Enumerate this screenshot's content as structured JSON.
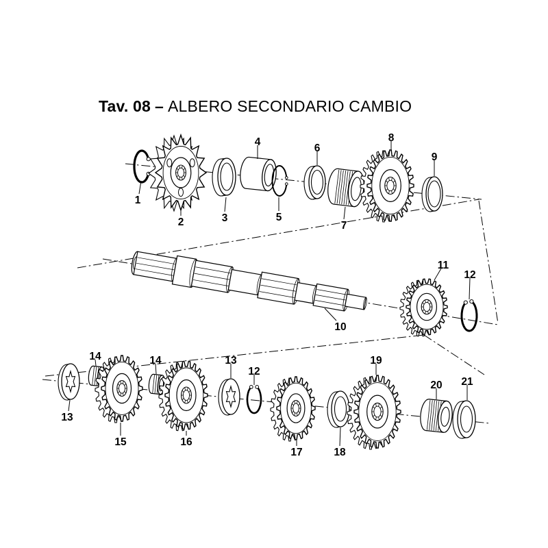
{
  "title": {
    "tav": "Tav. 08",
    "separator": "–",
    "text": "ALBERO SECONDARIO CAMBIO"
  },
  "colors": {
    "ink": "#000000",
    "paper": "#ffffff"
  },
  "callouts": [
    {
      "label": "1"
    },
    {
      "label": "2"
    },
    {
      "label": "3"
    },
    {
      "label": "4"
    },
    {
      "label": "5"
    },
    {
      "label": "6"
    },
    {
      "label": "7"
    },
    {
      "label": "8"
    },
    {
      "label": "9"
    },
    {
      "label": "10"
    },
    {
      "label": "11"
    },
    {
      "label": "12"
    },
    {
      "label": "13"
    },
    {
      "label": "14"
    },
    {
      "label": "15"
    },
    {
      "label": "14"
    },
    {
      "label": "16"
    },
    {
      "label": "13"
    },
    {
      "label": "12"
    },
    {
      "label": "17"
    },
    {
      "label": "18"
    },
    {
      "label": "19"
    },
    {
      "label": "20"
    },
    {
      "label": "21"
    }
  ]
}
